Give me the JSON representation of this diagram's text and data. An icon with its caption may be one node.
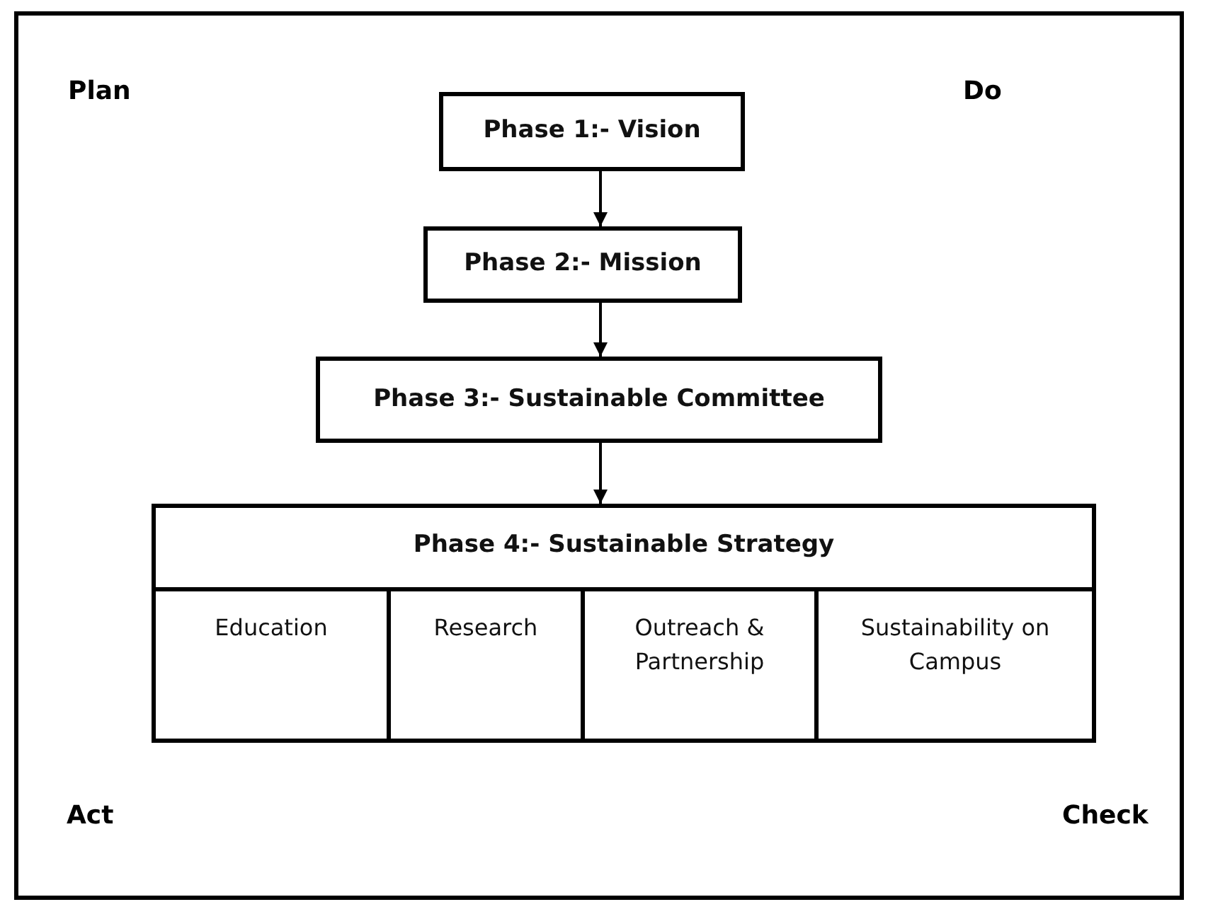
{
  "diagram": {
    "nodes": [
      {
        "text": [
          "Phase 1:- Vision"
        ]
      },
      {
        "text": [
          "Phase 2:- Mission"
        ]
      },
      {
        "text": [
          "Phase 3:- Sustainable Committee"
        ]
      },
      {
        "text": [
          "Phase 4:- Sustainable Strategy"
        ]
      },
      {
        "text": [
          "Education"
        ],
        "in": 3
      },
      {
        "text": [
          "Research"
        ],
        "in": 3
      },
      {
        "text": [
          "Outreach & Partnership"
        ],
        "in": 3
      },
      {
        "text": [
          "Sustainability on Campus"
        ],
        "in": 3
      }
    ],
    "edges": [
      {
        "from": 0,
        "to": 1,
        "arrow": "to"
      },
      {
        "from": 1,
        "to": 2,
        "arrow": "to"
      },
      {
        "from": 2,
        "to": 3,
        "arrow": "to"
      }
    ],
    "labels": [
      "Plan",
      "Do",
      "Act",
      "Check"
    ]
  }
}
